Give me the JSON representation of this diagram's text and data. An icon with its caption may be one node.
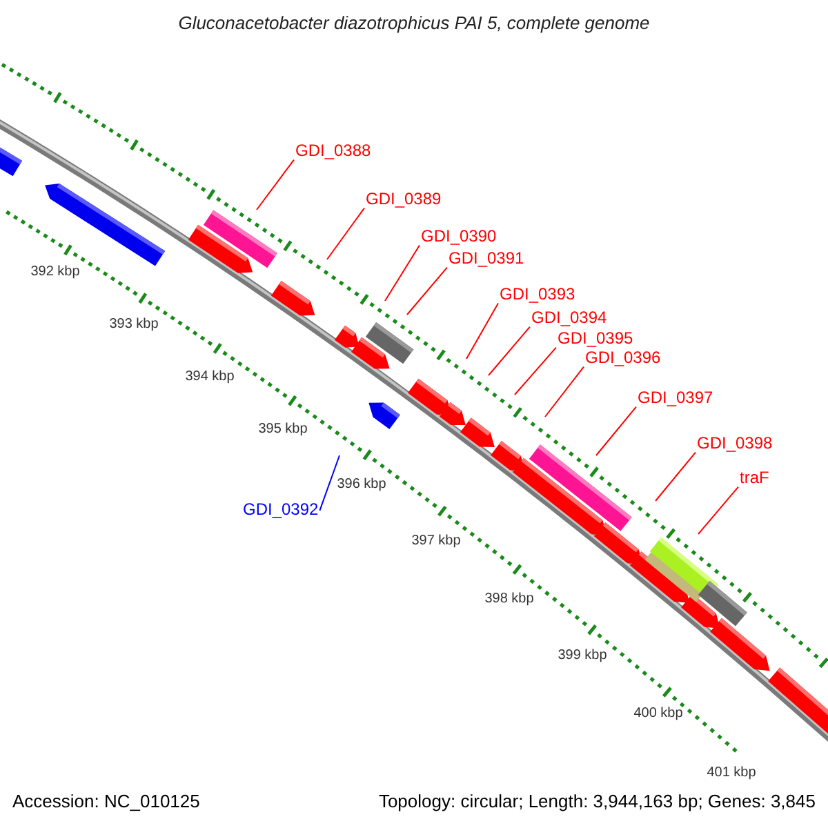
{
  "diagram": {
    "title": "Gluconacetobacter diazotrophicus PAI 5, complete genome",
    "nodes": [
      {
        "text": [
          "GDI_0388"
        ]
      },
      {
        "text": [
          "GDI_0389"
        ]
      },
      {
        "text": [
          "GDI_0390"
        ]
      },
      {
        "text": [
          "GDI_0391"
        ]
      },
      {
        "text": [
          "GDI_0393"
        ]
      },
      {
        "text": [
          "GDI_0394"
        ]
      },
      {
        "text": [
          "GDI_0395"
        ]
      },
      {
        "text": [
          "GDI_0396"
        ]
      },
      {
        "text": [
          "GDI_0397"
        ]
      },
      {
        "text": [
          "GDI_0398"
        ]
      },
      {
        "text": [
          "traF"
        ]
      },
      {
        "text": [
          "GDI_0392"
        ]
      }
    ],
    "edges": [
      {
        "from": 0,
        "to": null,
        "arrow": "none"
      },
      {
        "from": 1,
        "to": null,
        "arrow": "none"
      },
      {
        "from": 2,
        "to": null,
        "arrow": "none"
      },
      {
        "from": 3,
        "to": null,
        "arrow": "none"
      },
      {
        "from": 4,
        "to": null,
        "arrow": "none"
      },
      {
        "from": 5,
        "to": null,
        "arrow": "none"
      },
      {
        "from": 6,
        "to": null,
        "arrow": "none"
      },
      {
        "from": 7,
        "to": null,
        "arrow": "none"
      },
      {
        "from": 8,
        "to": null,
        "arrow": "none"
      },
      {
        "from": 9,
        "to": null,
        "arrow": "none"
      },
      {
        "from": 10,
        "to": null,
        "arrow": "none"
      },
      {
        "from": 11,
        "to": null,
        "arrow": "none",
        "color": "#0000ff"
      }
    ],
    "labels": [
      "392 kbp",
      "393 kbp",
      "394 kbp",
      "395 kbp",
      "396 kbp",
      "397 kbp",
      "398 kbp",
      "399 kbp",
      "400 kbp",
      "401 kbp",
      "Accession: NC_010125",
      "Topology: circular; Length: 3,944,163 bp; Genes: 3,845"
    ]
  }
}
